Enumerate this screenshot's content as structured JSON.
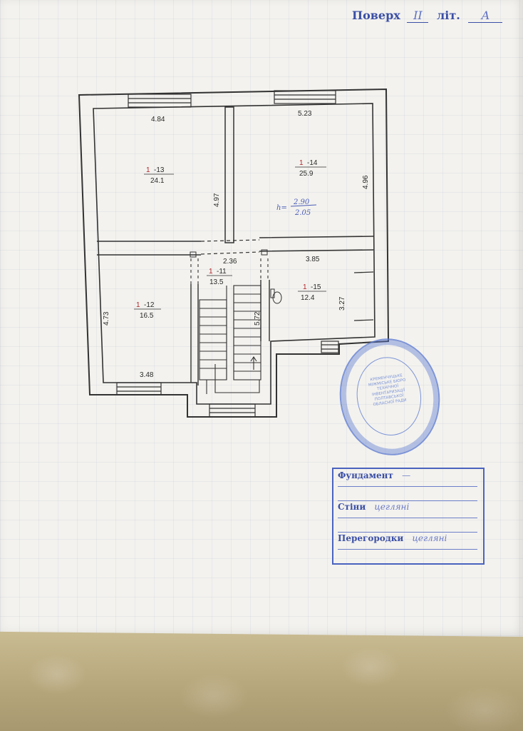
{
  "header": {
    "floor_label": "Поверх",
    "floor_value": "II",
    "lit_label": "літ.",
    "lit_value": "А"
  },
  "rooms": [
    {
      "id": "r13",
      "code": "-13",
      "area": "24.1"
    },
    {
      "id": "r14",
      "code": "-14",
      "area": "25.9"
    },
    {
      "id": "r11",
      "code": "-11",
      "area": "13.5"
    },
    {
      "id": "r12",
      "code": "-12",
      "area": "16.5"
    },
    {
      "id": "r15",
      "code": "-15",
      "area": "12.4"
    }
  ],
  "room_prefix": "1",
  "dimensions": {
    "d_484": "4.84",
    "d_523": "5.23",
    "d_497": "4.97",
    "d_496": "4.96",
    "d_236": "2.36",
    "d_385": "3.85",
    "d_473": "4.73",
    "d_327": "3.27",
    "d_572": "5.72",
    "d_348": "3.48"
  },
  "height_note": {
    "prefix": "h=",
    "top": "2.90",
    "bottom": "2.05"
  },
  "stamp": {
    "text": "КРЕМЕНЧУЦЬКЕ МІЖМІСЬКЕ БЮРО ТЕХНІЧНОЇ ІНВЕНТАРИЗАЦІЇ ПОЛТАВСЬКОЇ ОБЛАСНОЇ РАДИ"
  },
  "specs": {
    "foundation_label": "Фундамент",
    "foundation_value": "—",
    "walls_label": "Стіни",
    "walls_value": "цегляні",
    "partitions_label": "Перегородки",
    "partitions_value": "цегляні"
  },
  "colors": {
    "ink_blue": "#3b4fa6",
    "stamp_blue": "#5c7ad1",
    "red_mark": "#b1262b"
  }
}
